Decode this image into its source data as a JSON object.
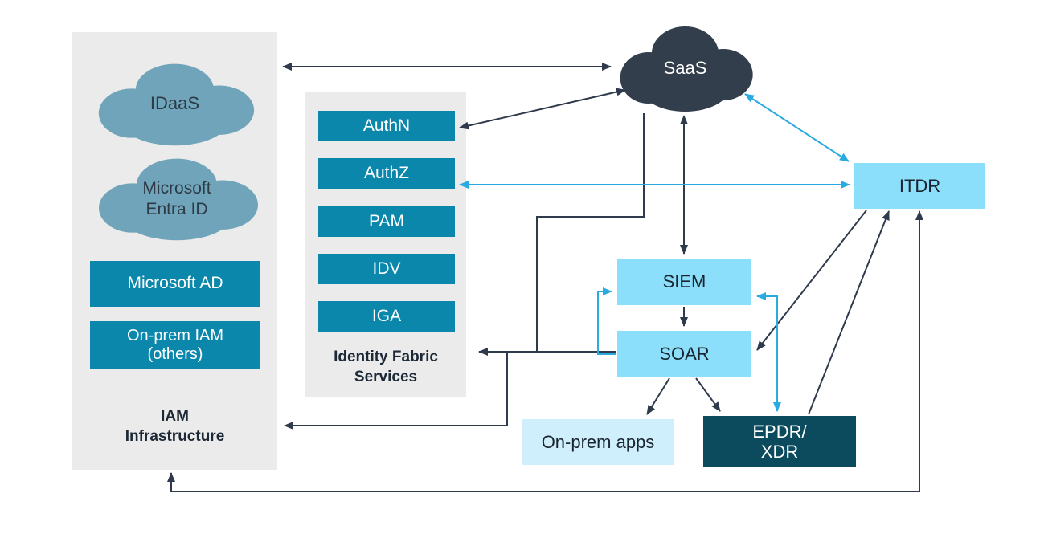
{
  "panels": {
    "iam_infrastructure": {
      "label": "IAM\nInfrastructure"
    },
    "identity_fabric": {
      "label": "Identity Fabric\nServices"
    }
  },
  "nodes": {
    "idaas": {
      "label": "IDaaS"
    },
    "entra": {
      "label": "Microsoft\nEntra ID"
    },
    "microsoft_ad": {
      "label": "Microsoft AD"
    },
    "onprem_iam": {
      "label": "On-prem IAM\n(others)"
    },
    "authn": {
      "label": "AuthN"
    },
    "authz": {
      "label": "AuthZ"
    },
    "pam": {
      "label": "PAM"
    },
    "idv": {
      "label": "IDV"
    },
    "iga": {
      "label": "IGA"
    },
    "saas": {
      "label": "SaaS"
    },
    "itdr": {
      "label": "ITDR"
    },
    "siem": {
      "label": "SIEM"
    },
    "soar": {
      "label": "SOAR"
    },
    "onprem_apps": {
      "label": "On-prem apps"
    },
    "epdr_xdr": {
      "label": "EPDR/\nXDR"
    }
  },
  "colors": {
    "teal_box": "#0B87AC",
    "light_blue_box": "#8BDFFA",
    "pale_blue_box": "#CFEFFC",
    "dark_teal_box": "#0C4A5E",
    "cloud_gray_blue": "#6FA4BA",
    "cloud_dark": "#333E4C",
    "panel_gray": "#EBEBEB",
    "arrow_dark": "#2F3A4C",
    "arrow_cyan": "#29ABE2"
  }
}
